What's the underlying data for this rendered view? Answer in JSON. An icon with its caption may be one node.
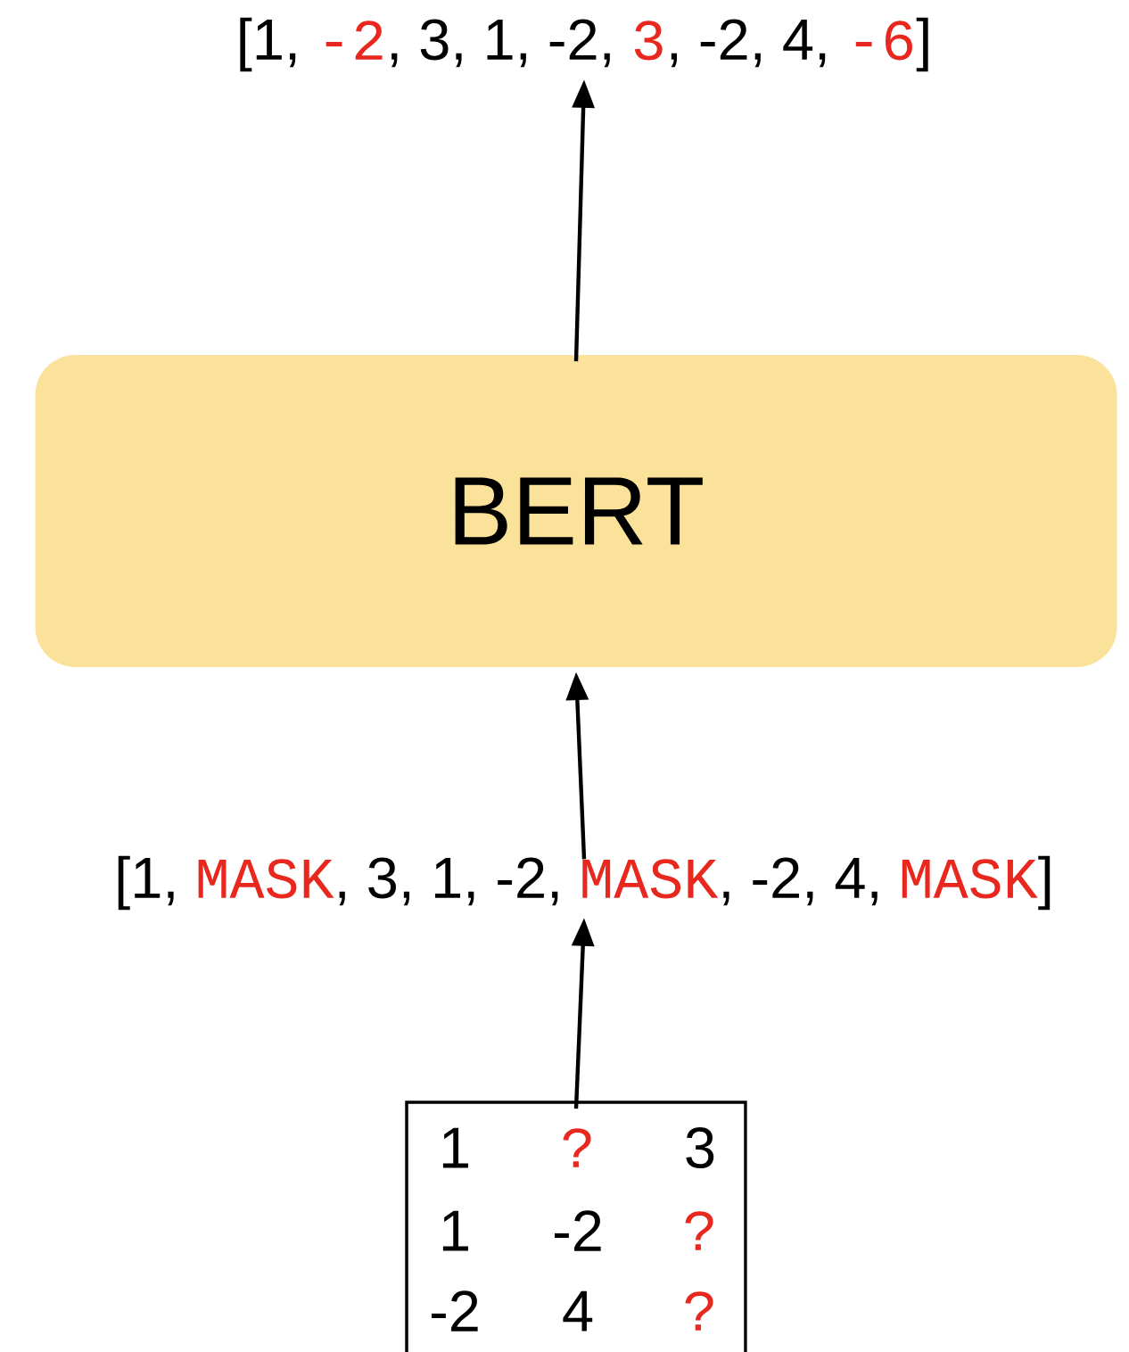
{
  "diagram": {
    "nodes": [
      {
        "text": [
          "[1,",
          "-2",
          ", 3, 1, -2,",
          "3",
          ", -2, 4,",
          "-6",
          "]"
        ]
      },
      {
        "text": [
          "BERT"
        ]
      },
      {
        "text": [
          "[1,",
          "MASK",
          ", 3, 1, -2,",
          "MASK",
          ", -2, 4,",
          "MASK",
          "]"
        ]
      },
      {
        "text": [
          "1",
          "?",
          "3",
          "1",
          "-2",
          "?",
          "-2",
          "4",
          "?"
        ]
      }
    ],
    "edges": [
      {
        "from": 3,
        "to": 2,
        "arrow": "to"
      },
      {
        "from": 2,
        "to": 1,
        "arrow": "to"
      },
      {
        "from": 1,
        "to": 0,
        "arrow": "to"
      }
    ]
  }
}
